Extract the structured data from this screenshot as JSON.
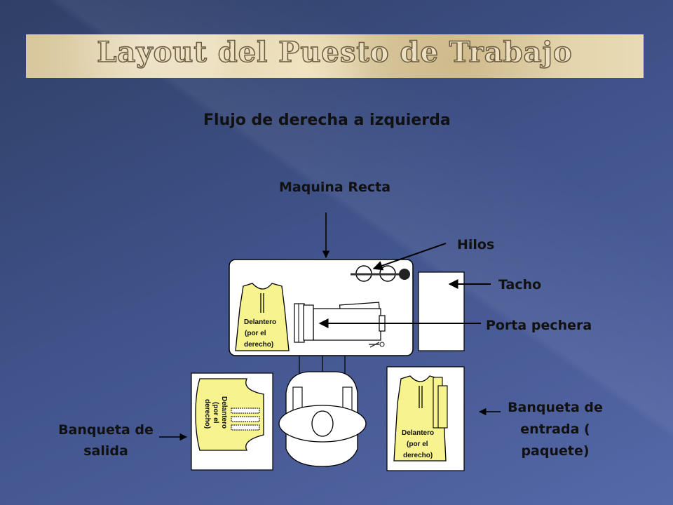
{
  "title": "Layout del Puesto de Trabajo",
  "subtitle": "Flujo de derecha a izquierda",
  "labels": {
    "maquina": "Maquina Recta",
    "hilos": "Hilos",
    "tacho": "Tacho",
    "porta_pechera": "Porta pechera",
    "banqueta_salida": "Banqueta de salida",
    "banqueta_entrada": "Banqueta de entrada ( paquete)"
  },
  "garment": {
    "line1": "Delantero",
    "line2": "(por el",
    "line3": "derecho)"
  },
  "colors": {
    "garment_fill": "#f7f38e",
    "background": "#3f5289",
    "title_banner": "#e3d4ad"
  }
}
